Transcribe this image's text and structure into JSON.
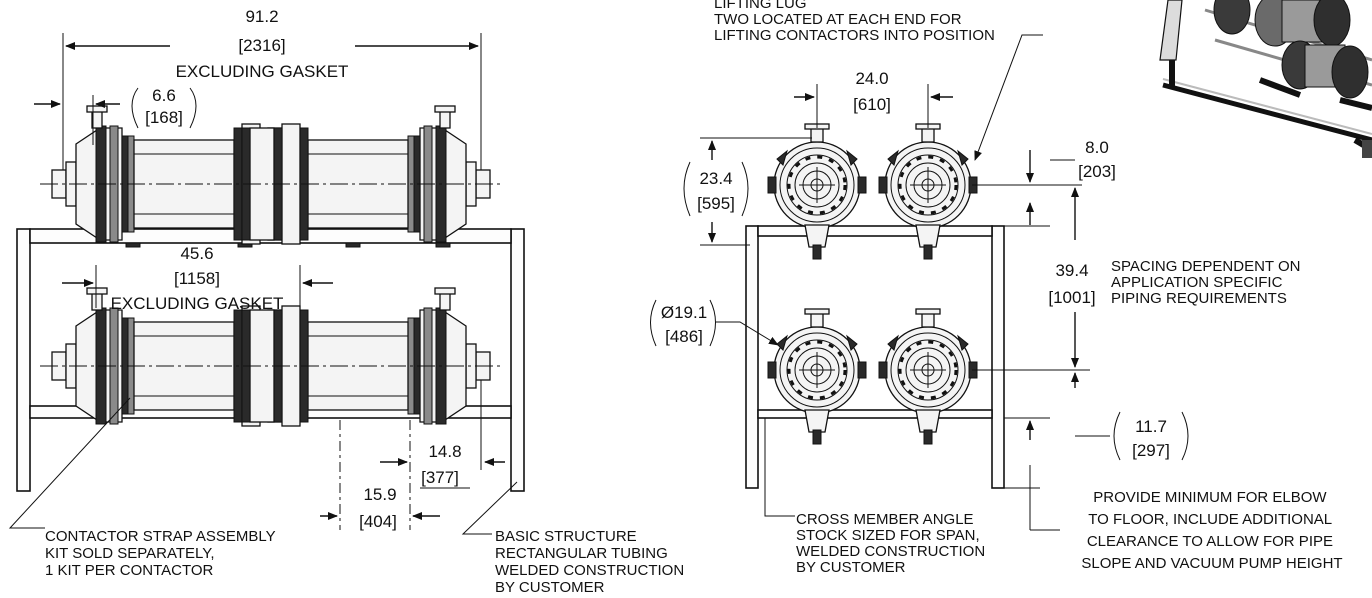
{
  "dimensions": {
    "overall_length": {
      "in": "91.2",
      "mm": "[2316]",
      "note": "EXCLUDING GASKET"
    },
    "end_offset": {
      "in": "6.6",
      "mm": "[168]"
    },
    "contactor_length": {
      "in": "45.6",
      "mm": "[1158]",
      "note": "EXCLUDING GASKET"
    },
    "dim_14_8": {
      "in": "14.8",
      "mm": "[377]"
    },
    "dim_15_9": {
      "in": "15.9",
      "mm": "[404]"
    },
    "center_spacing": {
      "in": "24.0",
      "mm": "[610]"
    },
    "height_23_4": {
      "in": "23.4",
      "mm": "[595]"
    },
    "dim_8_0": {
      "in": "8.0",
      "mm": "[203]"
    },
    "vertical_spacing": {
      "in": "39.4",
      "mm": "[1001]"
    },
    "flange_diameter": {
      "in": "Ø19.1",
      "mm": "[486]"
    },
    "dim_11_7": {
      "in": "11.7",
      "mm": "[297]"
    }
  },
  "notes": {
    "lifting_lug": [
      "LIFTING LUG",
      "TWO LOCATED AT EACH END FOR",
      "LIFTING CONTACTORS INTO POSITION"
    ],
    "spacing": [
      "SPACING DEPENDENT ON",
      "APPLICATION SPECIFIC",
      "PIPING REQUIREMENTS"
    ],
    "strap_kit": [
      "CONTACTOR STRAP ASSEMBLY",
      "KIT SOLD SEPARATELY,",
      "1 KIT PER CONTACTOR"
    ],
    "structure": [
      "BASIC STRUCTURE",
      "RECTANGULAR TUBING",
      "WELDED CONSTRUCTION",
      "BY CUSTOMER"
    ],
    "cross_member": [
      "CROSS MEMBER ANGLE",
      "STOCK SIZED FOR SPAN,",
      "WELDED CONSTRUCTION",
      "BY CUSTOMER"
    ],
    "floor_clearance": [
      "PROVIDE MINIMUM FOR ELBOW",
      "TO FLOOR, INCLUDE ADDITIONAL",
      "CLEARANCE TO ALLOW FOR PIPE",
      "SLOPE AND VACUUM PUMP HEIGHT"
    ]
  },
  "icons": {
    "contactor_end": "contactor-end-view-icon",
    "contactor_side": "contactor-side-view-icon",
    "iso_view": "isometric-assembly-icon"
  }
}
